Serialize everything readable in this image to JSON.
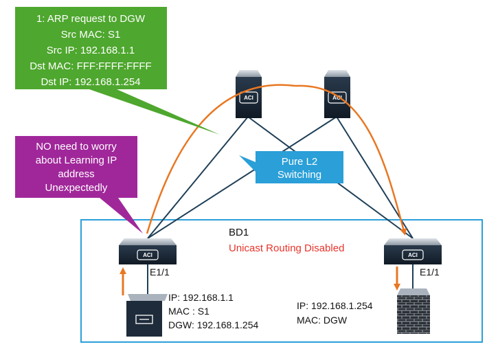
{
  "callouts": {
    "arp_request": {
      "lines": [
        "1: ARP request to DGW",
        "Src MAC: S1",
        "Src IP: 192.168.1.1",
        "Dst MAC: FFF:FFFF:FFFF",
        "Dst IP: 192.168.1.254"
      ],
      "color": "#4ea72e"
    },
    "no_worry": {
      "lines": [
        "NO need to worry",
        "about Learning IP",
        "address",
        "Unexpectedly"
      ],
      "color": "#a0279a"
    },
    "pure_l2": {
      "lines": [
        "Pure L2",
        "Switching"
      ],
      "color": "#2a9fd8"
    }
  },
  "bridge_domain": {
    "name": "BD1",
    "status": "Unicast Routing Disabled",
    "border_color": "#2a9fd8",
    "status_color": "#e8332a"
  },
  "switches": {
    "spine_left": {
      "label": "ACI"
    },
    "spine_right": {
      "label": "ACI"
    },
    "leaf_left": {
      "label": "ACI",
      "port": "E1/1"
    },
    "leaf_right": {
      "label": "ACI",
      "port": "E1/1"
    }
  },
  "host": {
    "ip": "IP: 192.168.1.1",
    "mac": "MAC : S1",
    "dgw": "DGW: 192.168.1.254"
  },
  "firewall": {
    "ip": "IP: 192.168.1.254",
    "mac": "MAC: DGW"
  },
  "colors": {
    "link": "#1f3f57",
    "arp_path": "#e87722",
    "device_body": "#1e2b3a"
  }
}
